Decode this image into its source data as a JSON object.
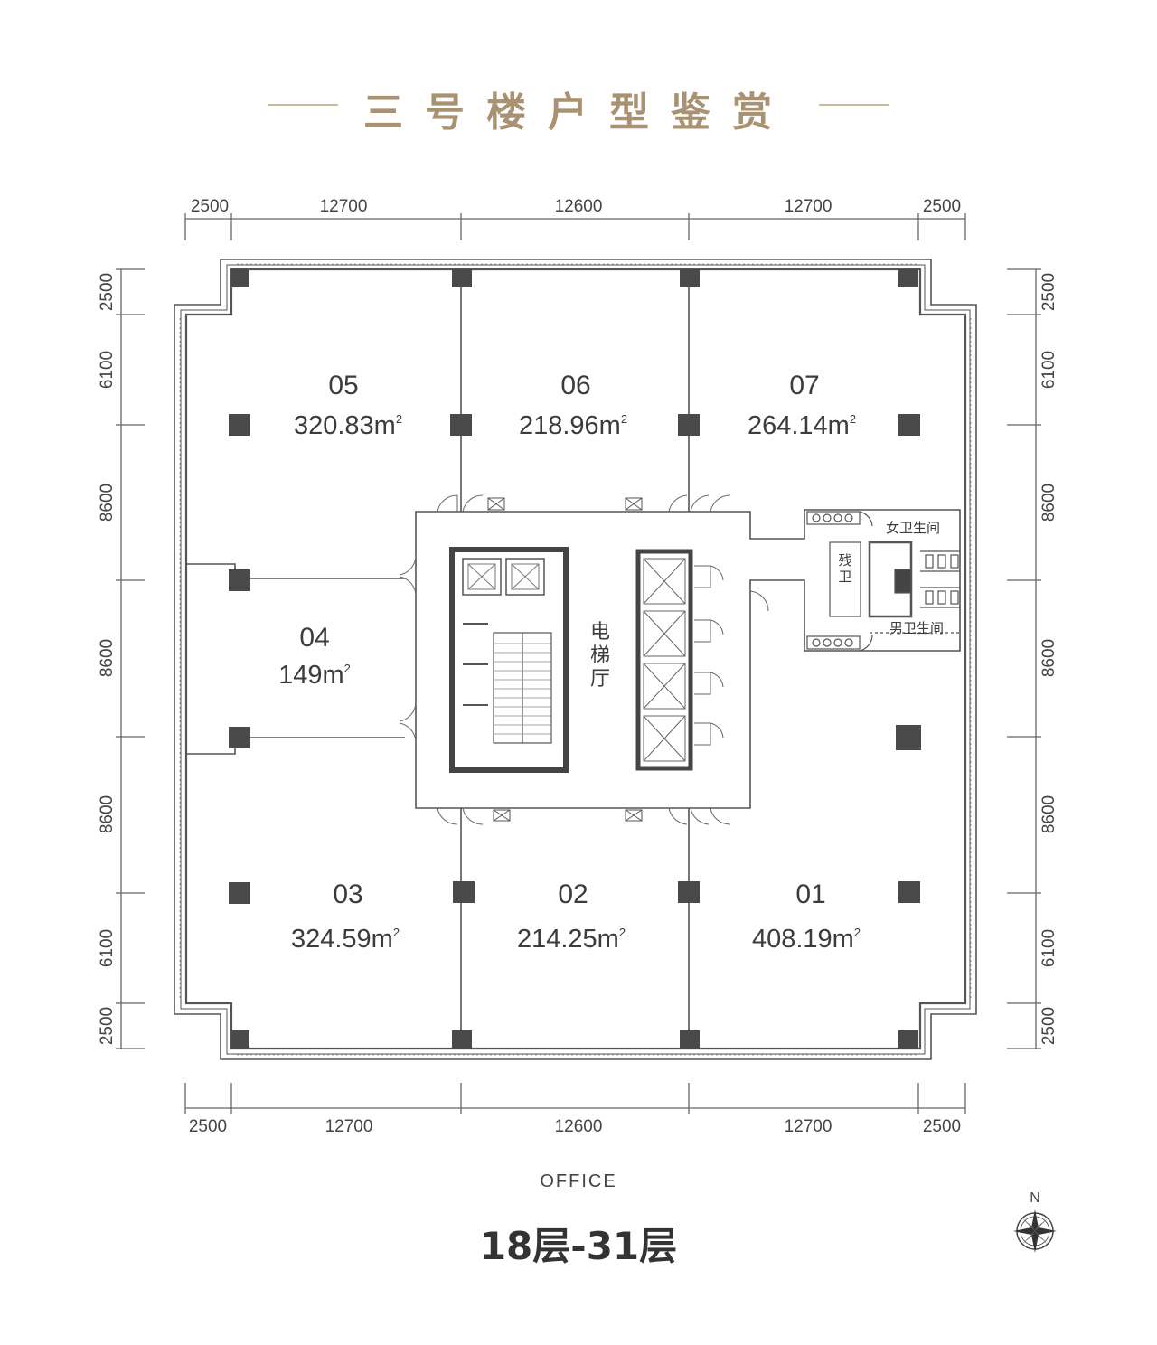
{
  "title": "三号楼户型鉴赏",
  "dimensions": {
    "horizontal": [
      "2500",
      "12700",
      "12600",
      "12700",
      "2500"
    ],
    "vertical": [
      "2500",
      "6100",
      "8600",
      "8600",
      "8600",
      "6100",
      "2500"
    ]
  },
  "units": [
    {
      "id": "05",
      "area": "320.83m",
      "sup": "2"
    },
    {
      "id": "06",
      "area": "218.96m",
      "sup": "2"
    },
    {
      "id": "07",
      "area": "264.14m",
      "sup": "2"
    },
    {
      "id": "04",
      "area": "149m",
      "sup": "2"
    },
    {
      "id": "03",
      "area": "324.59m",
      "sup": "2"
    },
    {
      "id": "02",
      "area": "214.25m",
      "sup": "2"
    },
    {
      "id": "01",
      "area": "408.19m",
      "sup": "2"
    }
  ],
  "core": {
    "lobby": [
      "电",
      "梯",
      "厅"
    ],
    "womens_restroom": "女卫生间",
    "mens_restroom": "男卫生间",
    "accessible_restroom": [
      "残",
      "卫"
    ]
  },
  "footer": {
    "label": "OFFICE",
    "floors": "18层-31层"
  },
  "compass": {
    "north": "N"
  },
  "colors": {
    "title": "#a89272",
    "wall": "#555555",
    "column": "#4a4a4a"
  }
}
